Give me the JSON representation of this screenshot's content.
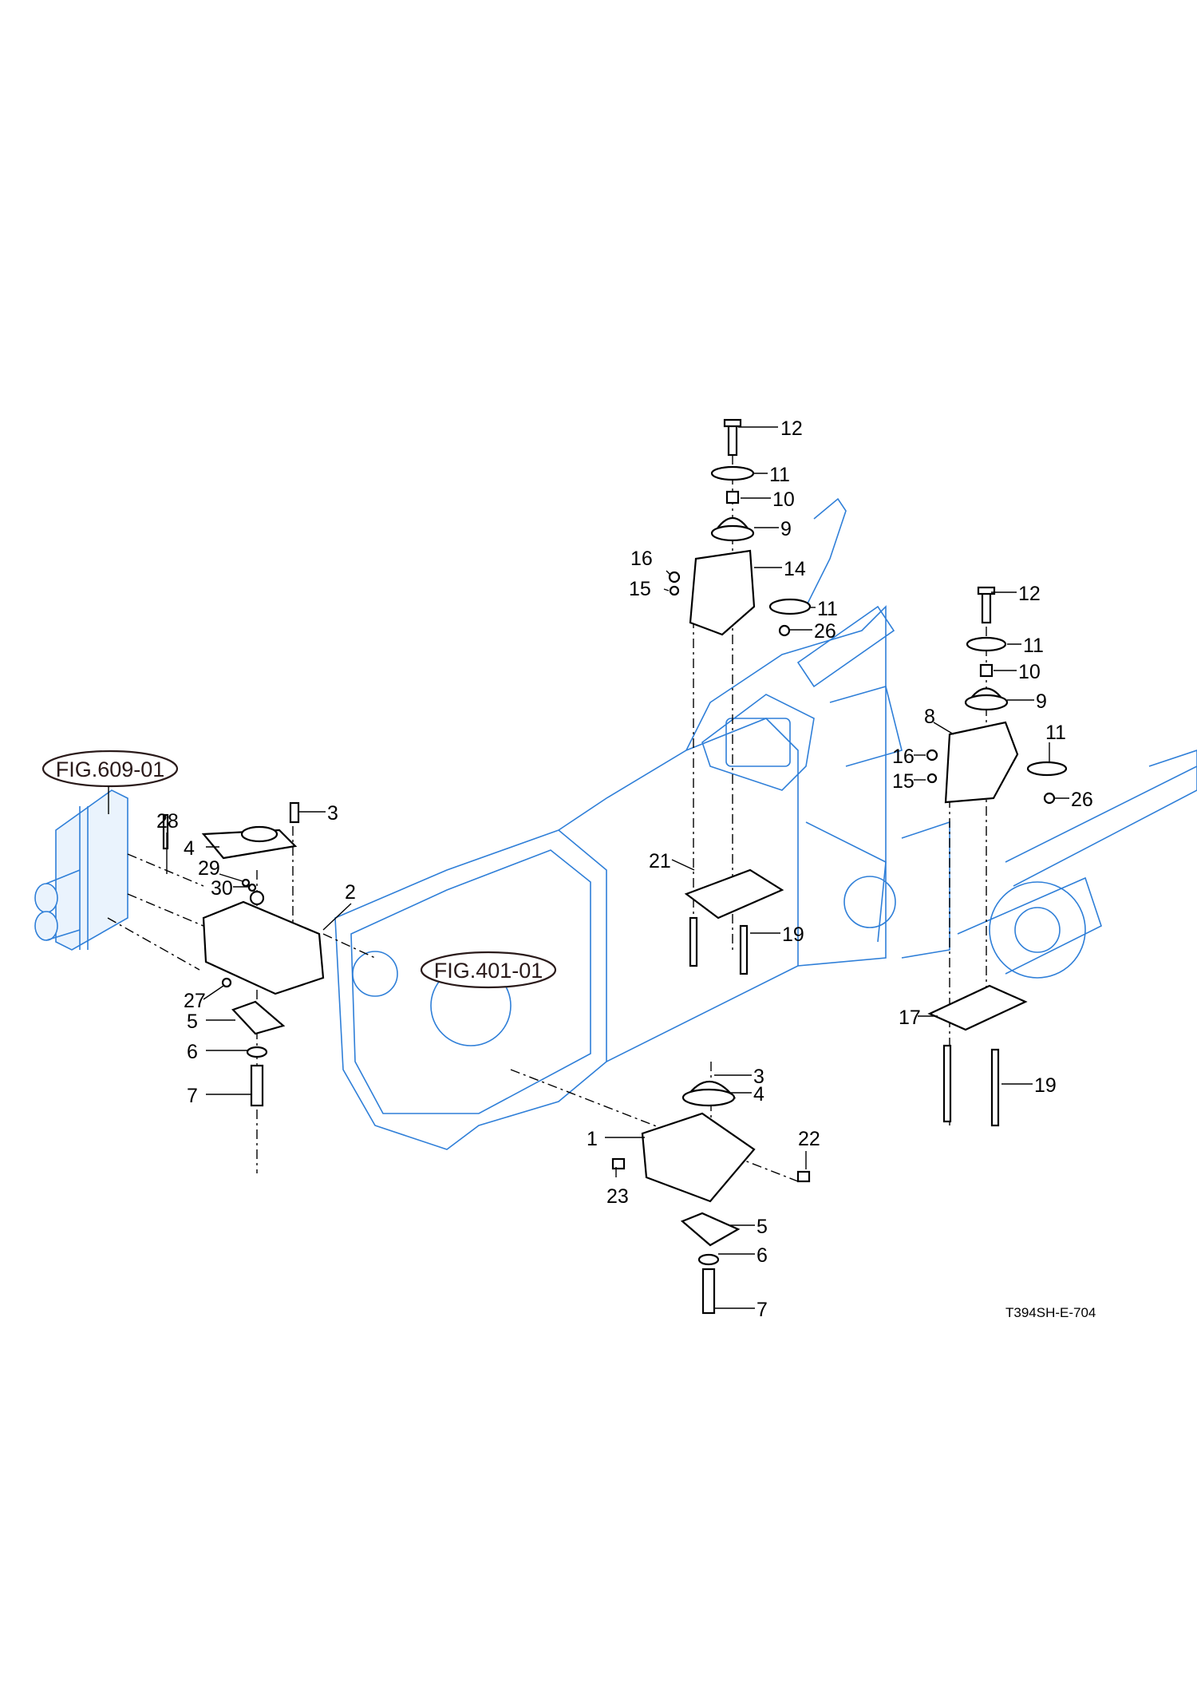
{
  "figure_refs": [
    "FIG.609-01",
    "FIG.401-01"
  ],
  "drawing_code": "T394SH-E-704",
  "callouts": [
    "12",
    "11",
    "10",
    "9",
    "16",
    "14",
    "15",
    "11",
    "26",
    "12",
    "11",
    "10",
    "9",
    "8",
    "11",
    "16",
    "15",
    "26",
    "28",
    "3",
    "4",
    "29",
    "30",
    "2",
    "21",
    "19",
    "27",
    "5",
    "6",
    "7",
    "17",
    "19",
    "3",
    "4",
    "1",
    "22",
    "23",
    "5",
    "6",
    "7"
  ],
  "colors": {
    "engine_outline": "#2f7fd8",
    "parts": "#000000"
  }
}
